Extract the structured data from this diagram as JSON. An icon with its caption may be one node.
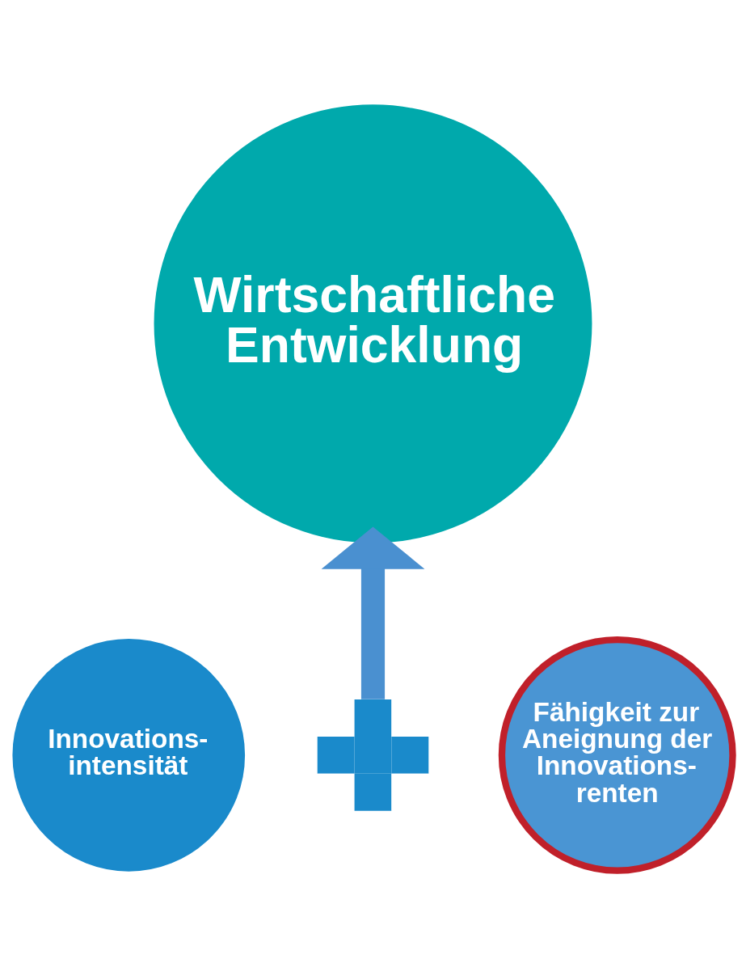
{
  "diagram": {
    "nodes": [
      {
        "text": [
          "Wirtschaftliche Entwicklung"
        ]
      },
      {
        "text": [
          "Innovations- intensität"
        ]
      },
      {
        "text": [],
        "shape": "plus"
      },
      {
        "text": [
          "Fähigkeit zur Aneignung der Innovations- renten"
        ]
      }
    ],
    "edges": [
      {
        "from": 2,
        "to": 0,
        "arrow": "to"
      }
    ]
  }
}
